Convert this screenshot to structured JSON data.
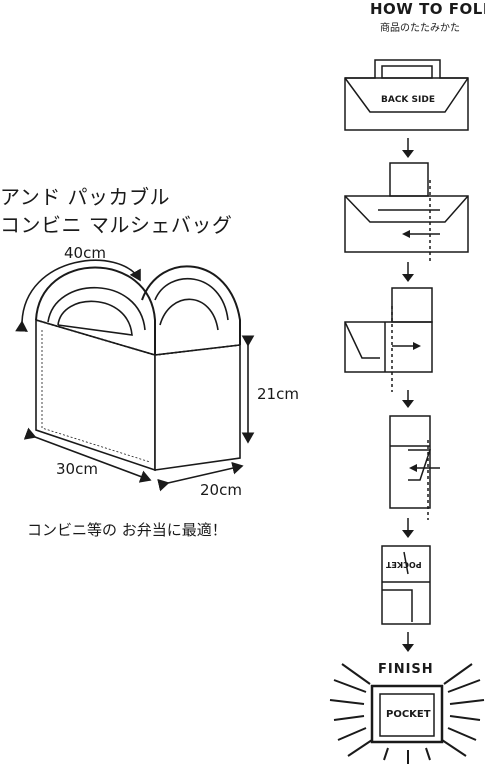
{
  "product": {
    "title_line1": "アンド パッカブル",
    "title_line2": "コンビニ マルシェバッグ",
    "tagline": "コンビニ等の お弁当に最適！"
  },
  "dimensions": {
    "width": "40cm",
    "height": "21cm",
    "length": "30cm",
    "depth": "20cm"
  },
  "how_to_fold": {
    "title": "HOW TO FOLD",
    "subtitle": "商品のたたみかた",
    "step1_label": "BACK SIDE",
    "step5_label": "POCKET",
    "finish_label": "FINISH",
    "final_label": "POCKET"
  }
}
